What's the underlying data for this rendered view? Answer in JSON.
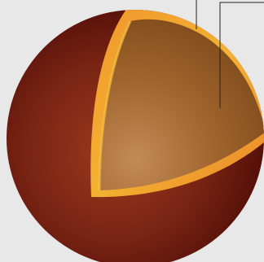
{
  "diagram": {
    "subject": "planet-interior-cutaway",
    "layers": [
      {
        "id": "crust",
        "color": "#E8862A"
      },
      {
        "id": "interior",
        "color": "#8A4E22"
      },
      {
        "id": "outer-body",
        "color": "#6E1A10"
      }
    ],
    "leader_lines": 2,
    "colors": {
      "background": "#E8E8E8",
      "shell_rim": "#EE8A28",
      "shell_rim_inner": "#F3B232",
      "core_light": "#C28A56",
      "core_dark": "#7A4618",
      "sphere_light": "#9A3A1C",
      "sphere_dark": "#4E0C06",
      "line": "#222222"
    }
  }
}
